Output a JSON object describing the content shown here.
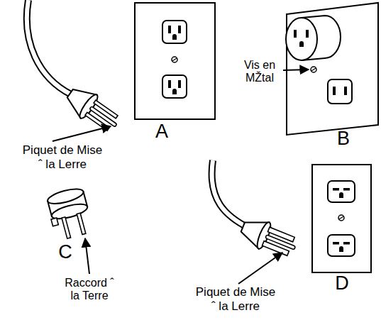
{
  "diagram": {
    "labels": [
      "Piquet de Mise ˆ la Lerre",
      "A",
      "Vis en MŽtal",
      "B",
      "C",
      "Raccord ˆ la Terre",
      "Piquet de Mise ˆ la Lerre",
      "D"
    ]
  }
}
